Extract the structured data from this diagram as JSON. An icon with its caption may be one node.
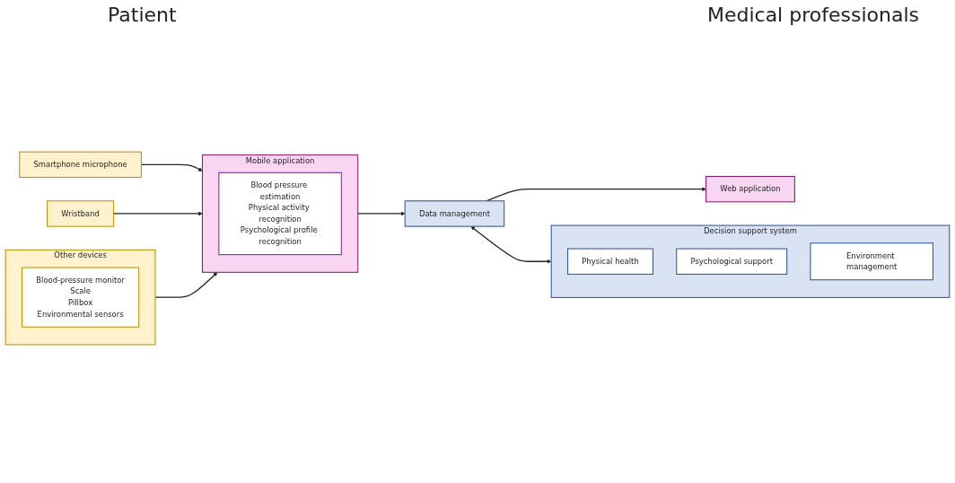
{
  "diagram": {
    "nodes": [
      {
        "text": [
          "Mobile application"
        ]
      },
      {
        "text": [
          "Blood pressure estimation",
          "Physical activity recognition",
          "Psychological profile recognition"
        ],
        "in": 0
      },
      {
        "text": [
          "Data management"
        ]
      },
      {
        "text": [
          "Web application"
        ]
      },
      {
        "text": [
          "Smartphone microphone"
        ]
      },
      {
        "text": [
          "Wristband"
        ]
      },
      {
        "text": [
          "Other devices"
        ]
      },
      {
        "text": [
          "Blood-pressure monitor",
          "Scale",
          "Pillbox",
          "Environmental sensors"
        ],
        "in": 6
      },
      {
        "text": [
          "Decision support system"
        ]
      },
      {
        "text": [
          "Physical health"
        ],
        "in": 8
      },
      {
        "text": [
          "Psychological support"
        ],
        "in": 8
      },
      {
        "text": [
          "Environment management"
        ],
        "in": 8
      }
    ],
    "edges": [
      {
        "from": 0,
        "to": 2,
        "arrow": "to"
      },
      {
        "from": 2,
        "to": 3,
        "arrow": "to"
      },
      {
        "from": 2,
        "to": 8,
        "arrow": "both"
      },
      {
        "from": 4,
        "to": 0,
        "arrow": "to"
      },
      {
        "from": 5,
        "to": 0,
        "arrow": "to"
      },
      {
        "from": 6,
        "to": 0,
        "arrow": "to"
      }
    ],
    "labels": [
      "Patient",
      "Medical professionals"
    ]
  }
}
